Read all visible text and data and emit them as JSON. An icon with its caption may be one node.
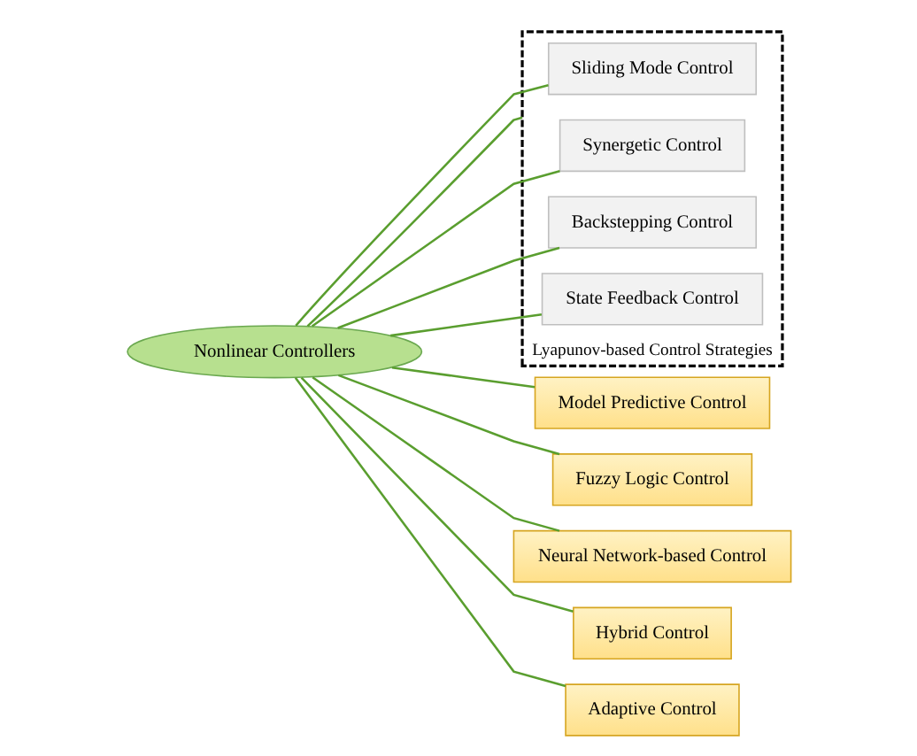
{
  "diagram": {
    "nodes": [
      {
        "text": [
          "Nonlinear Controllers"
        ]
      },
      {
        "text": [
          "Lyapunov-based Control Strategies"
        ]
      },
      {
        "text": [
          "Sliding Mode Control"
        ],
        "in": 1
      },
      {
        "text": [
          "Synergetic Control"
        ],
        "in": 1
      },
      {
        "text": [
          "Backstepping Control"
        ],
        "in": 1
      },
      {
        "text": [
          "State Feedback Control"
        ],
        "in": 1
      },
      {
        "text": [
          "Model Predictive Control"
        ]
      },
      {
        "text": [
          "Fuzzy Logic Control"
        ]
      },
      {
        "text": [
          "Neural Network-based Control"
        ]
      },
      {
        "text": [
          "Hybrid Control"
        ]
      },
      {
        "text": [
          "Adaptive Control"
        ]
      }
    ],
    "edges": [
      {
        "from": 0,
        "to": 1,
        "arrow": "none"
      },
      {
        "from": 0,
        "to": 2,
        "arrow": "none"
      },
      {
        "from": 0,
        "to": 3,
        "arrow": "none"
      },
      {
        "from": 0,
        "to": 4,
        "arrow": "none"
      },
      {
        "from": 0,
        "to": 5,
        "arrow": "none"
      },
      {
        "from": 0,
        "to": 6,
        "arrow": "none"
      },
      {
        "from": 0,
        "to": 7,
        "arrow": "none"
      },
      {
        "from": 0,
        "to": 8,
        "arrow": "none"
      },
      {
        "from": 0,
        "to": 9,
        "arrow": "none"
      },
      {
        "from": 0,
        "to": 10,
        "arrow": "none"
      }
    ]
  }
}
